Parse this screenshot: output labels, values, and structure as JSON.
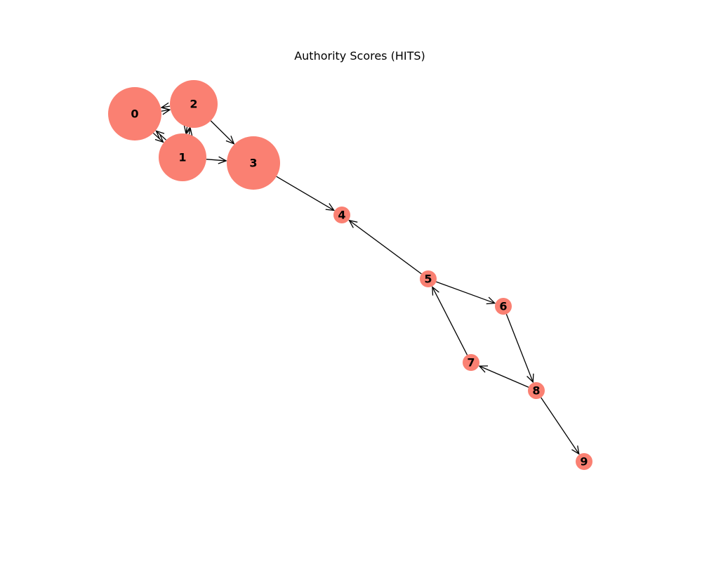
{
  "title": "Authority Scores (HITS)",
  "colors": {
    "node": "#fa8072",
    "edge": "#000000",
    "background": "#ffffff"
  },
  "nodes": [
    {
      "id": "0",
      "label": "0"
    },
    {
      "id": "1",
      "label": "1"
    },
    {
      "id": "2",
      "label": "2"
    },
    {
      "id": "3",
      "label": "3"
    },
    {
      "id": "4",
      "label": "4"
    },
    {
      "id": "5",
      "label": "5"
    },
    {
      "id": "6",
      "label": "6"
    },
    {
      "id": "7",
      "label": "7"
    },
    {
      "id": "8",
      "label": "8"
    },
    {
      "id": "9",
      "label": "9"
    }
  ],
  "edges": [
    {
      "from": "0",
      "to": "1"
    },
    {
      "from": "1",
      "to": "0"
    },
    {
      "from": "0",
      "to": "2"
    },
    {
      "from": "2",
      "to": "0"
    },
    {
      "from": "1",
      "to": "2"
    },
    {
      "from": "2",
      "to": "1"
    },
    {
      "from": "1",
      "to": "3"
    },
    {
      "from": "2",
      "to": "3"
    },
    {
      "from": "3",
      "to": "4"
    },
    {
      "from": "5",
      "to": "4"
    },
    {
      "from": "5",
      "to": "6"
    },
    {
      "from": "6",
      "to": "8"
    },
    {
      "from": "8",
      "to": "7"
    },
    {
      "from": "7",
      "to": "5"
    },
    {
      "from": "8",
      "to": "9"
    }
  ]
}
